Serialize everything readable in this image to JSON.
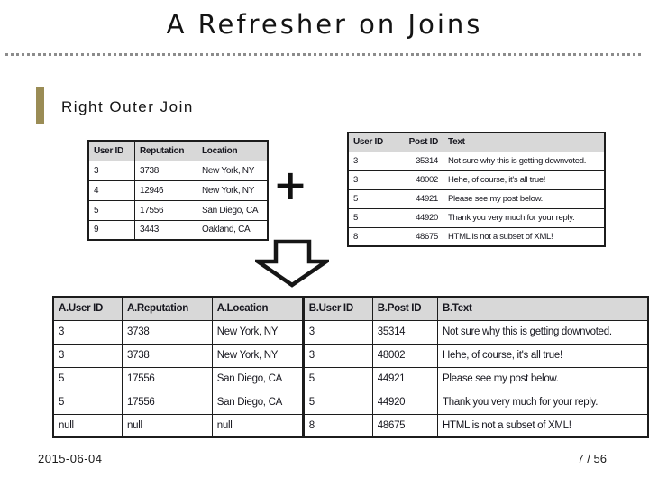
{
  "slide": {
    "title": "A Refresher on Joins",
    "section": "Right Outer Join",
    "plus_sign": "+",
    "footer_date": "2015-06-04",
    "footer_page": "7 / 56",
    "colors": {
      "accent_bar": "#9a8c55",
      "table_header_bg": "#d8d8d8",
      "table_border": "#1c1c1c",
      "divider_dots": "#8c8c8c"
    }
  },
  "users_table": {
    "headers": [
      "User ID",
      "Reputation",
      "Location"
    ],
    "rows": [
      [
        "3",
        "3738",
        "New York, NY"
      ],
      [
        "4",
        "12946",
        "New York, NY"
      ],
      [
        "5",
        "17556",
        "San Diego, CA"
      ],
      [
        "9",
        "3443",
        "Oakland, CA"
      ]
    ]
  },
  "posts_table": {
    "headers": [
      "User ID",
      "Post ID",
      "Text"
    ],
    "rows": [
      [
        "3",
        "35314",
        "Not sure why this is getting downvoted."
      ],
      [
        "3",
        "48002",
        "Hehe, of course, it's all true!"
      ],
      [
        "5",
        "44921",
        "Please see my post below."
      ],
      [
        "5",
        "44920",
        "Thank you very much for your reply."
      ],
      [
        "8",
        "48675",
        "HTML is not a subset of XML!"
      ]
    ]
  },
  "result_table": {
    "headers": [
      "A.User ID",
      "A.Reputation",
      "A.Location",
      "B.User ID",
      "B.Post ID",
      "B.Text"
    ],
    "rows": [
      [
        "3",
        "3738",
        "New York, NY",
        "3",
        "35314",
        "Not sure why this is getting downvoted."
      ],
      [
        "3",
        "3738",
        "New York, NY",
        "3",
        "48002",
        "Hehe, of course, it's all true!"
      ],
      [
        "5",
        "17556",
        "San Diego, CA",
        "5",
        "44921",
        "Please see my post below."
      ],
      [
        "5",
        "17556",
        "San Diego, CA",
        "5",
        "44920",
        "Thank you very much for your reply."
      ],
      [
        "null",
        "null",
        "null",
        "8",
        "48675",
        "HTML is not a subset of XML!"
      ]
    ]
  }
}
